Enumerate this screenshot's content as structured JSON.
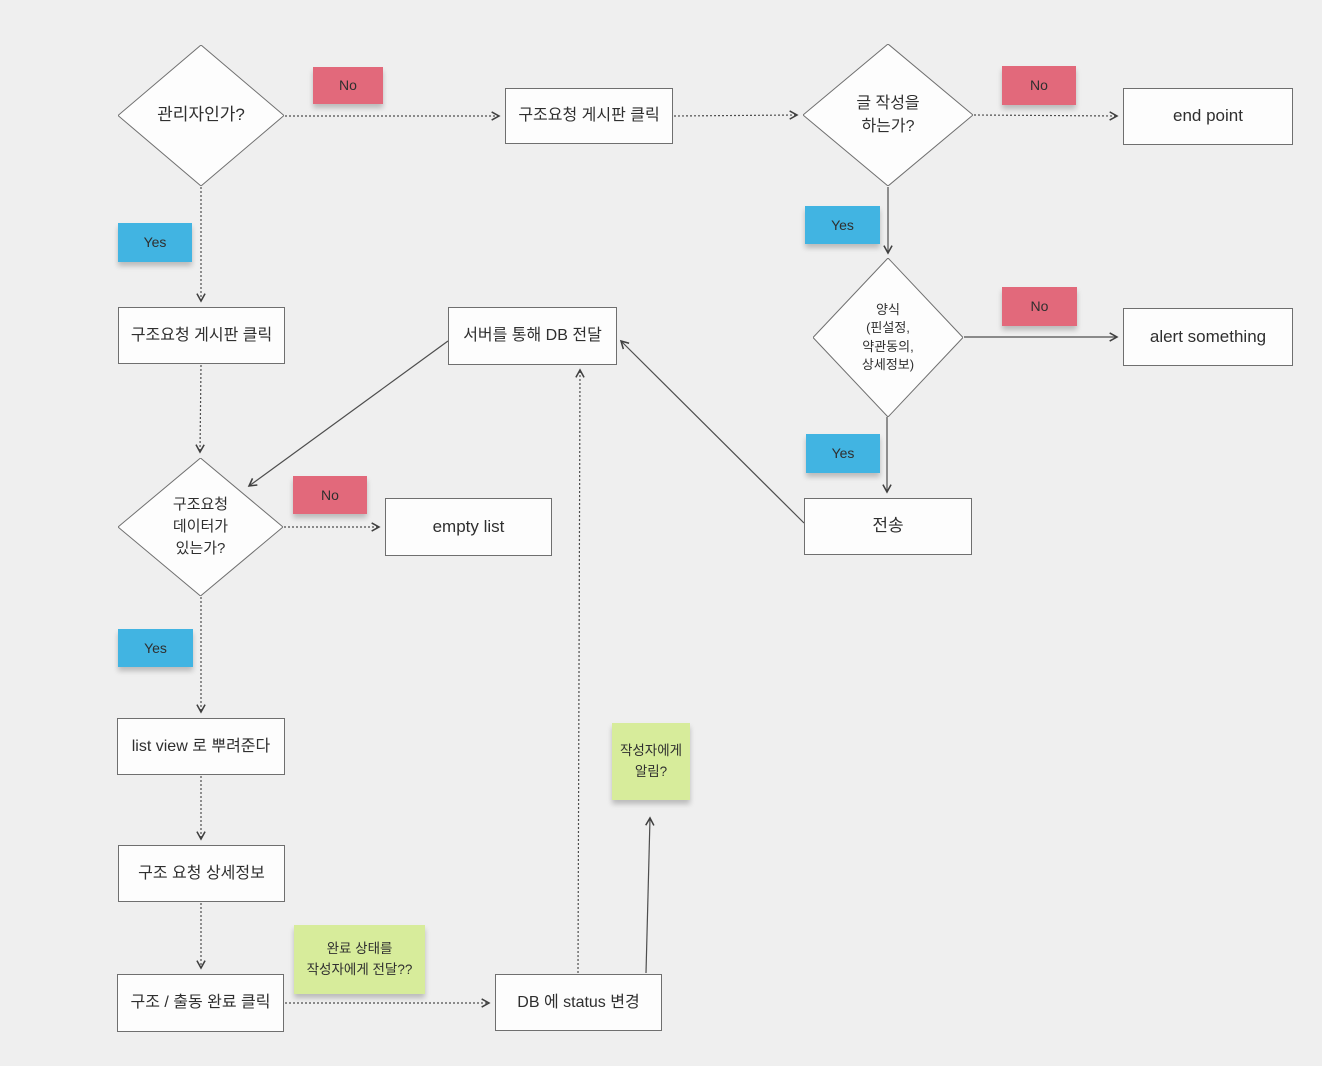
{
  "diagram": {
    "title": "rescue-request admin flowchart",
    "nodes": {
      "admin_check": "관리자인가?",
      "board_click_top": "구조요청 게시판 클릭",
      "write_post_check": "글 작성을\n하는가?",
      "end_point": "end point",
      "form_check": "양식\n(핀설정,\n약관동의,\n상세정보)",
      "alert_something": "alert something",
      "send": "전송",
      "server_db": "서버를 통해 DB 전달",
      "board_click_left": "구조요청 게시판 클릭",
      "data_check": "구조요청\n데이터가\n있는가?",
      "empty_list": "empty list",
      "list_view": "list view 로 뿌려준다",
      "detail_info": "구조 요청 상세정보",
      "complete_click": "구조 / 출동 완료 클릭",
      "db_status": "DB 에 status 변경"
    },
    "stickies": {
      "no": "No",
      "yes": "Yes",
      "note_complete": "완료 상태를\n작성자에게 전달??",
      "note_notify": "작성자에게\n알림?"
    },
    "colors": {
      "background": "#efefef",
      "no_sticky": "#e2697b",
      "yes_sticky": "#41b4e2",
      "note_sticky": "#d7ec9b",
      "line": "#4d4d4d",
      "shape_border": "#6f6f6f",
      "shape_fill": "#fdfdfd"
    }
  }
}
